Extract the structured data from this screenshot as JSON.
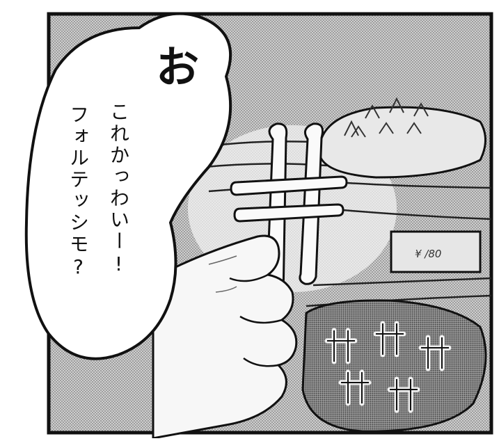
{
  "speech_bubble": {
    "exclamation": "お",
    "line1": "これかっわいー!",
    "line2": "フォルテッシモ?"
  },
  "background_sign": {
    "text": "¥ /80"
  },
  "colors": {
    "ink": "#111111",
    "paper": "#ffffff",
    "screentone": "#b8b8b8",
    "highlight": "#f4f4f4"
  }
}
